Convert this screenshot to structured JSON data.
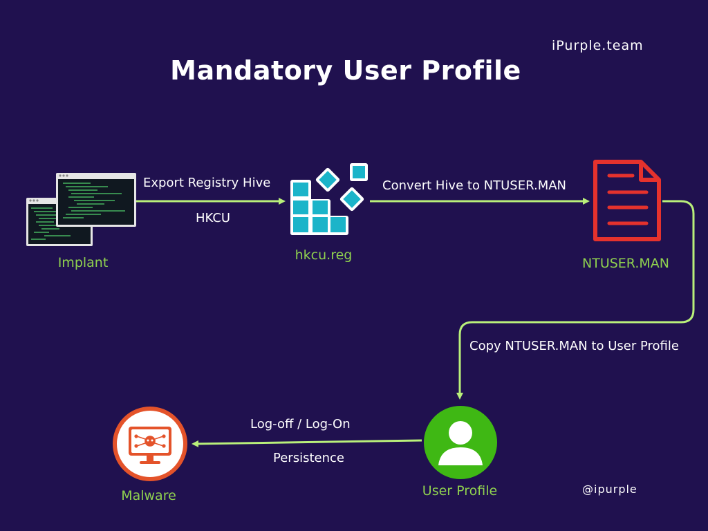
{
  "title": "Mandatory User Profile",
  "brand": "iPurple.team",
  "handle": "@ipurple",
  "nodes": {
    "implant": "Implant",
    "hkcu_reg": "hkcu.reg",
    "ntuser_man": "NTUSER.MAN",
    "user_profile": "User Profile",
    "malware": "Malware"
  },
  "edges": {
    "export_label": "Export Registry Hive",
    "export_sub": "HKCU",
    "convert_label": "Convert Hive to NTUSER.MAN",
    "copy_label": "Copy NTUSER.MAN to User Profile",
    "logon_label": "Log-off / Log-On",
    "logon_sub": "Persistence"
  },
  "colors": {
    "background": "#20114f",
    "arrow": "#b9f07a",
    "label_green": "#8fd14f",
    "document_red": "#e5322d",
    "profile_green": "#3fb814",
    "malware_orange": "#e4532a",
    "registry_cyan": "#1bb4c9"
  },
  "icons": [
    "terminal-icon",
    "registry-icon",
    "document-icon",
    "user-icon",
    "malware-icon"
  ]
}
